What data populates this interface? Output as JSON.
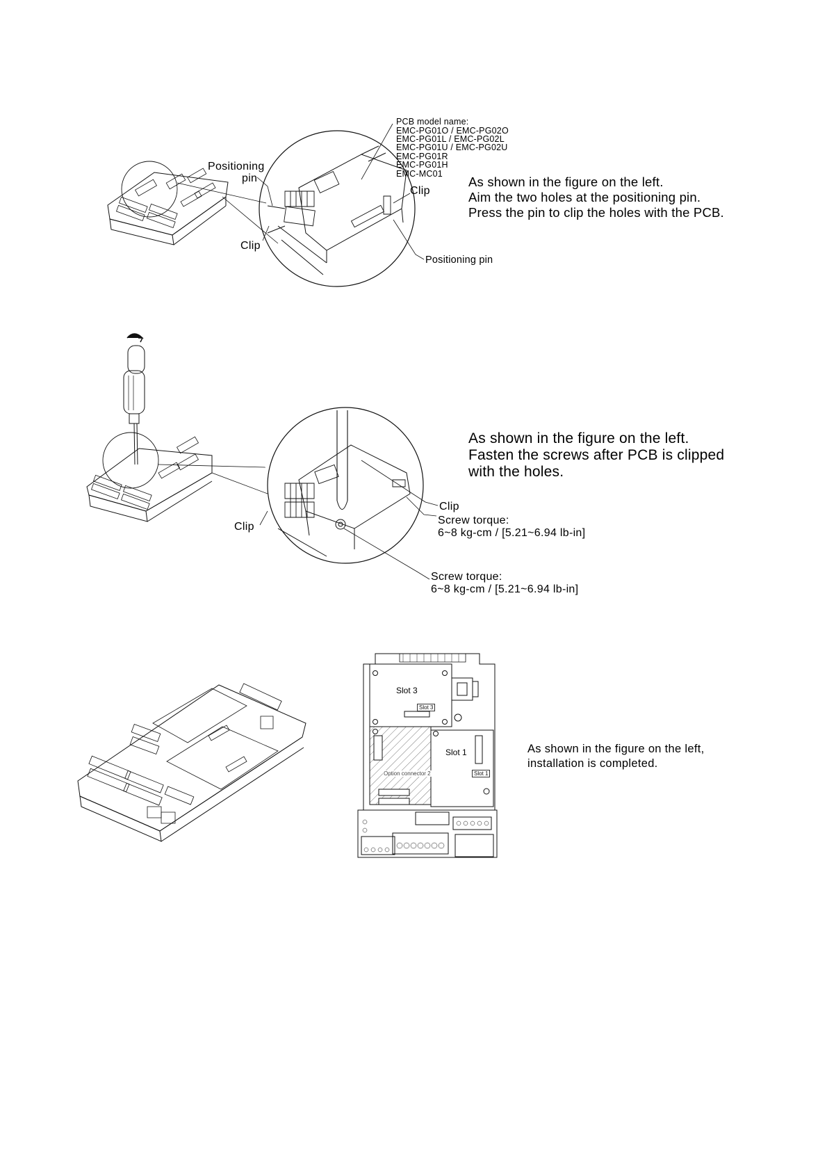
{
  "step1": {
    "pcb_model_title": "PCB model name:",
    "pcb_models": [
      "EMC-PG01O / EMC-PG02O",
      "EMC-PG01L / EMC-PG02L",
      "EMC-PG01U / EMC-PG02U",
      "EMC-PG01R",
      "EMC-PG01H",
      "EMC-MC01"
    ],
    "positioning_pin_label_line1": "Positioning",
    "positioning_pin_label_line2": "pin",
    "clip_left_label": "Clip",
    "clip_right_label": "Clip",
    "positioning_pin_bottom_label": "Positioning pin",
    "description_lines": [
      "As shown in the figure on the left.",
      "Aim the two holes at the positioning pin.",
      "Press the pin to clip the holes with the PCB."
    ]
  },
  "step2": {
    "clip_left_label": "Clip",
    "clip_right_label": "Clip",
    "screw_torque_1_title": "Screw torque:",
    "screw_torque_1_value": "6~8 kg-cm / [5.21~6.94 lb-in]",
    "screw_torque_2_title": "Screw torque:",
    "screw_torque_2_value": "6~8 kg-cm / [5.21~6.94 lb-in]",
    "description_lines": [
      "As shown in the figure on the left.",
      "Fasten the screws after PCB is clipped",
      "with the holes."
    ]
  },
  "step3": {
    "slot3_label": "Slot 3",
    "slot3_tag": "Slot 3",
    "slot1_label": "Slot 1",
    "slot1_tag": "Slot 1",
    "option_connector_label": "Option connector 2",
    "description_lines": [
      "As shown in the figure on the left,",
      "installation is completed."
    ]
  }
}
